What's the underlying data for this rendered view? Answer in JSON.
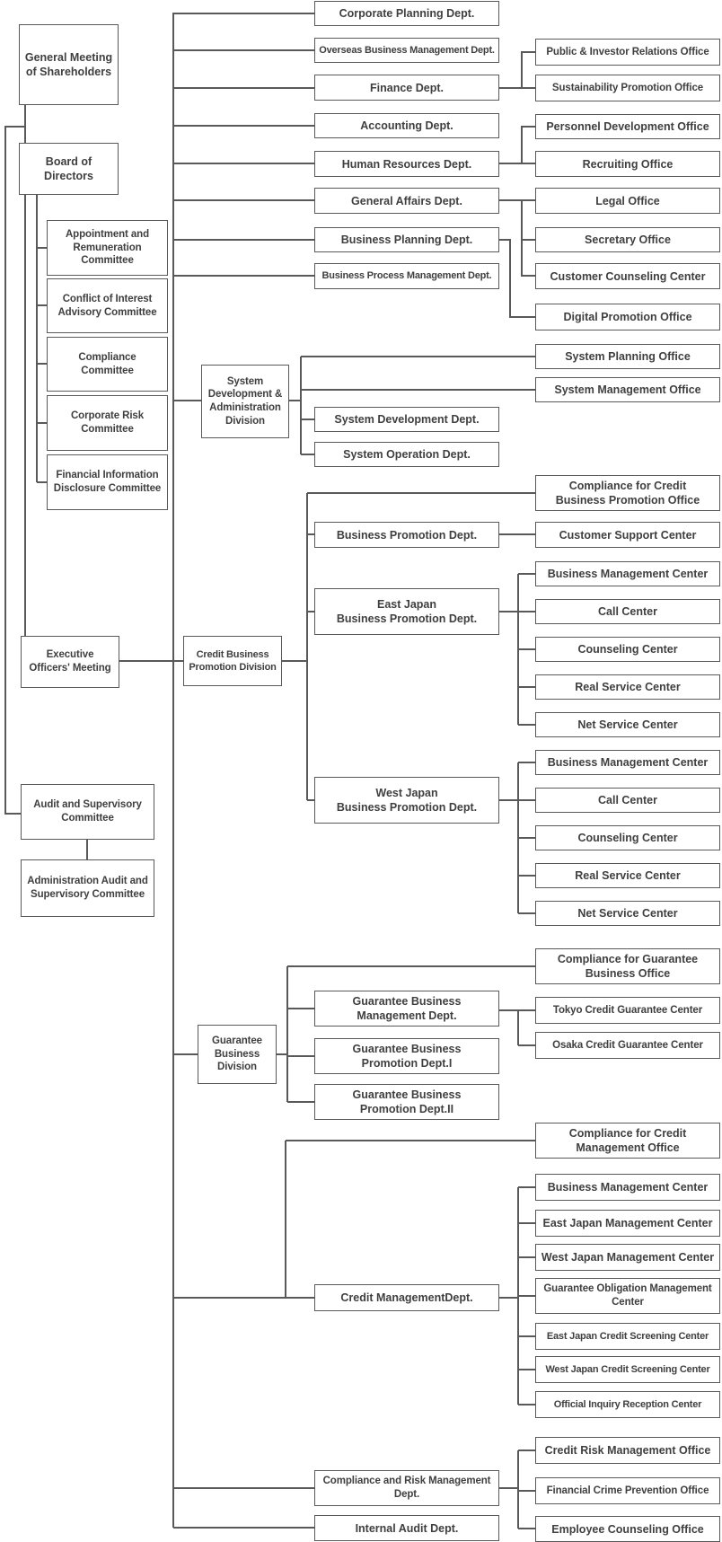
{
  "diagram_type": "org-chart",
  "colors": {
    "line": "#595959",
    "box_border": "#595959",
    "text": "#3f3f3f",
    "background": "#ffffff"
  },
  "nodes": {
    "gm": {
      "label": "General Meeting\nof Shareholders"
    },
    "board": {
      "label": "Board of\nDirectors"
    },
    "apc": {
      "label": "Appointment and\nRemuneration\nCommittee"
    },
    "coi": {
      "label": "Conflict of Interest\nAdvisory Committee"
    },
    "cc": {
      "label": "Compliance\nCommittee"
    },
    "crc": {
      "label": "Corporate Risk\nCommittee"
    },
    "fid": {
      "label": "Financial Information\nDisclosure Committee"
    },
    "exec": {
      "label": "Executive\nOfficers' Meeting"
    },
    "asc": {
      "label": "Audit and Supervisory\nCommittee"
    },
    "aasc": {
      "label": "Administration Audit and\nSupervisory Committee"
    },
    "div_system": {
      "label": "System\nDevelopment &\nAdministration\nDivision"
    },
    "div_cbp": {
      "label": "Credit Business\nPromotion Division"
    },
    "div_guarantee": {
      "label": "Guarantee\nBusiness\nDivision"
    },
    "d_corp_planning": {
      "label": "Corporate Planning Dept."
    },
    "d_overseas": {
      "label": "Overseas Business Management Dept."
    },
    "d_finance": {
      "label": "Finance Dept."
    },
    "d_accounting": {
      "label": "Accounting Dept."
    },
    "d_hr": {
      "label": "Human Resources Dept."
    },
    "d_general_affairs": {
      "label": "General Affairs Dept."
    },
    "d_biz_planning": {
      "label": "Business Planning Dept."
    },
    "d_bpm": {
      "label": "Business Process Management Dept."
    },
    "d_sys_dev": {
      "label": "System Development Dept."
    },
    "d_sys_op": {
      "label": "System Operation Dept."
    },
    "d_biz_promo": {
      "label": "Business Promotion Dept."
    },
    "d_east_bp": {
      "label": "East Japan\nBusiness Promotion Dept."
    },
    "d_west_bp": {
      "label": "West Japan\nBusiness Promotion Dept."
    },
    "d_gb_mgmt": {
      "label": "Guarantee Business\nManagement Dept."
    },
    "d_gb_promo1": {
      "label": "Guarantee Business\nPromotion Dept.I"
    },
    "d_gb_promo2": {
      "label": "Guarantee Business\nPromotion Dept.II"
    },
    "d_credit_mgmt": {
      "label": "Credit ManagementDept."
    },
    "d_compliance_risk": {
      "label": "Compliance and Risk Management\nDept."
    },
    "d_internal_audit": {
      "label": "Internal Audit Dept."
    },
    "o_pir": {
      "label": "Public & Investor Relations Office"
    },
    "o_sustain": {
      "label": "Sustainability Promotion Office"
    },
    "o_personnel": {
      "label": "Personnel Development Office"
    },
    "o_recruit": {
      "label": "Recruiting Office"
    },
    "o_legal": {
      "label": "Legal Office"
    },
    "o_secretary": {
      "label": "Secretary Office"
    },
    "o_ccc": {
      "label": "Customer Counseling Center"
    },
    "o_digital": {
      "label": "Digital Promotion Office"
    },
    "o_sys_planning": {
      "label": "System Planning Office"
    },
    "o_sys_mgmt": {
      "label": "System Management Office"
    },
    "o_ccbp": {
      "label": "Compliance for Credit\nBusiness Promotion Office"
    },
    "o_csc": {
      "label": "Customer Support Center"
    },
    "e_bmc": {
      "label": "Business Management Center"
    },
    "e_call": {
      "label": "Call Center"
    },
    "e_counsel": {
      "label": "Counseling Center"
    },
    "e_real": {
      "label": "Real Service Center"
    },
    "e_net": {
      "label": "Net Service Center"
    },
    "w_bmc": {
      "label": "Business Management Center"
    },
    "w_call": {
      "label": "Call Center"
    },
    "w_counsel": {
      "label": "Counseling Center"
    },
    "w_real": {
      "label": "Real Service Center"
    },
    "w_net": {
      "label": "Net Service Center"
    },
    "o_cgb": {
      "label": "Compliance for Guarantee\nBusiness  Office"
    },
    "o_tokyo": {
      "label": "Tokyo Credit Guarantee Center"
    },
    "o_osaka": {
      "label": "Osaka Credit Guarantee Center"
    },
    "o_ccm": {
      "label": "Compliance for Credit\nManagement Office"
    },
    "m_bmc": {
      "label": "Business Management Center"
    },
    "m_east": {
      "label": "East Japan Management Center"
    },
    "m_west": {
      "label": "West Japan Management Center"
    },
    "m_gom": {
      "label": "Guarantee Obligation Management\nCenter"
    },
    "m_escreen": {
      "label": "East Japan Credit Screening Center"
    },
    "m_wscreen": {
      "label": "West Japan Credit Screening Center"
    },
    "m_oir": {
      "label": "Official Inquiry Reception Center"
    },
    "o_crm": {
      "label": "Credit Risk Management Office"
    },
    "o_fcp": {
      "label": "Financial Crime Prevention Office"
    },
    "o_eco": {
      "label": "Employee Counseling Office"
    }
  }
}
